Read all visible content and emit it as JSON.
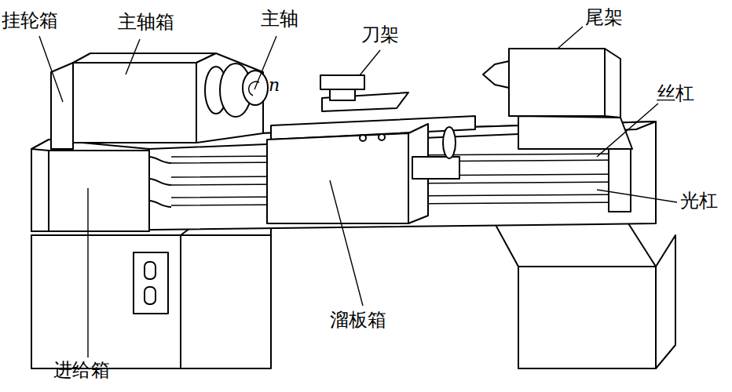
{
  "diagram": {
    "labels": [
      "挂轮箱",
      "主轴箱",
      "主轴",
      "n",
      "刀架",
      "尾架",
      "丝杠",
      "光杠",
      "溜板箱",
      "进给箱"
    ]
  }
}
